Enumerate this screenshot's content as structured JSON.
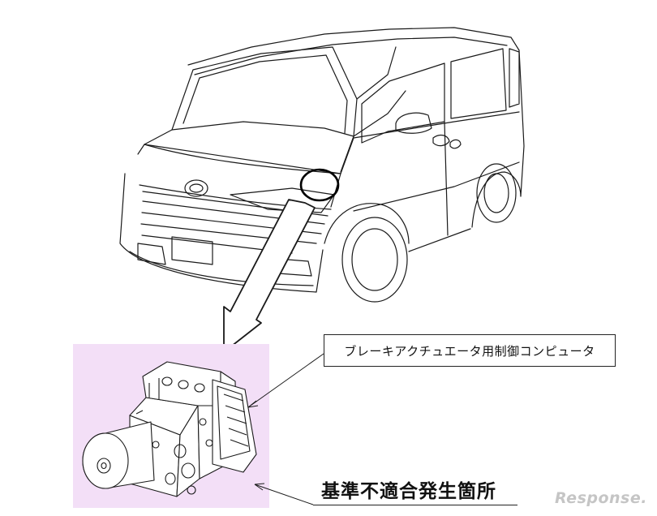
{
  "callout": {
    "part_name": "ブレーキアクチュエータ用制御コンピュータ",
    "defect_location": "基準不適合発生箇所"
  },
  "watermark": {
    "text": "Response."
  },
  "colors": {
    "line": "#1a1a1a",
    "part_background": "#f3dff7",
    "watermark": "#9a9a9a"
  },
  "icons": {
    "vehicle": "minivan-front-three-quarter-line-drawing",
    "part": "brake-actuator-abs-unit-line-drawing",
    "pointer": "downward-hollow-arrow"
  }
}
